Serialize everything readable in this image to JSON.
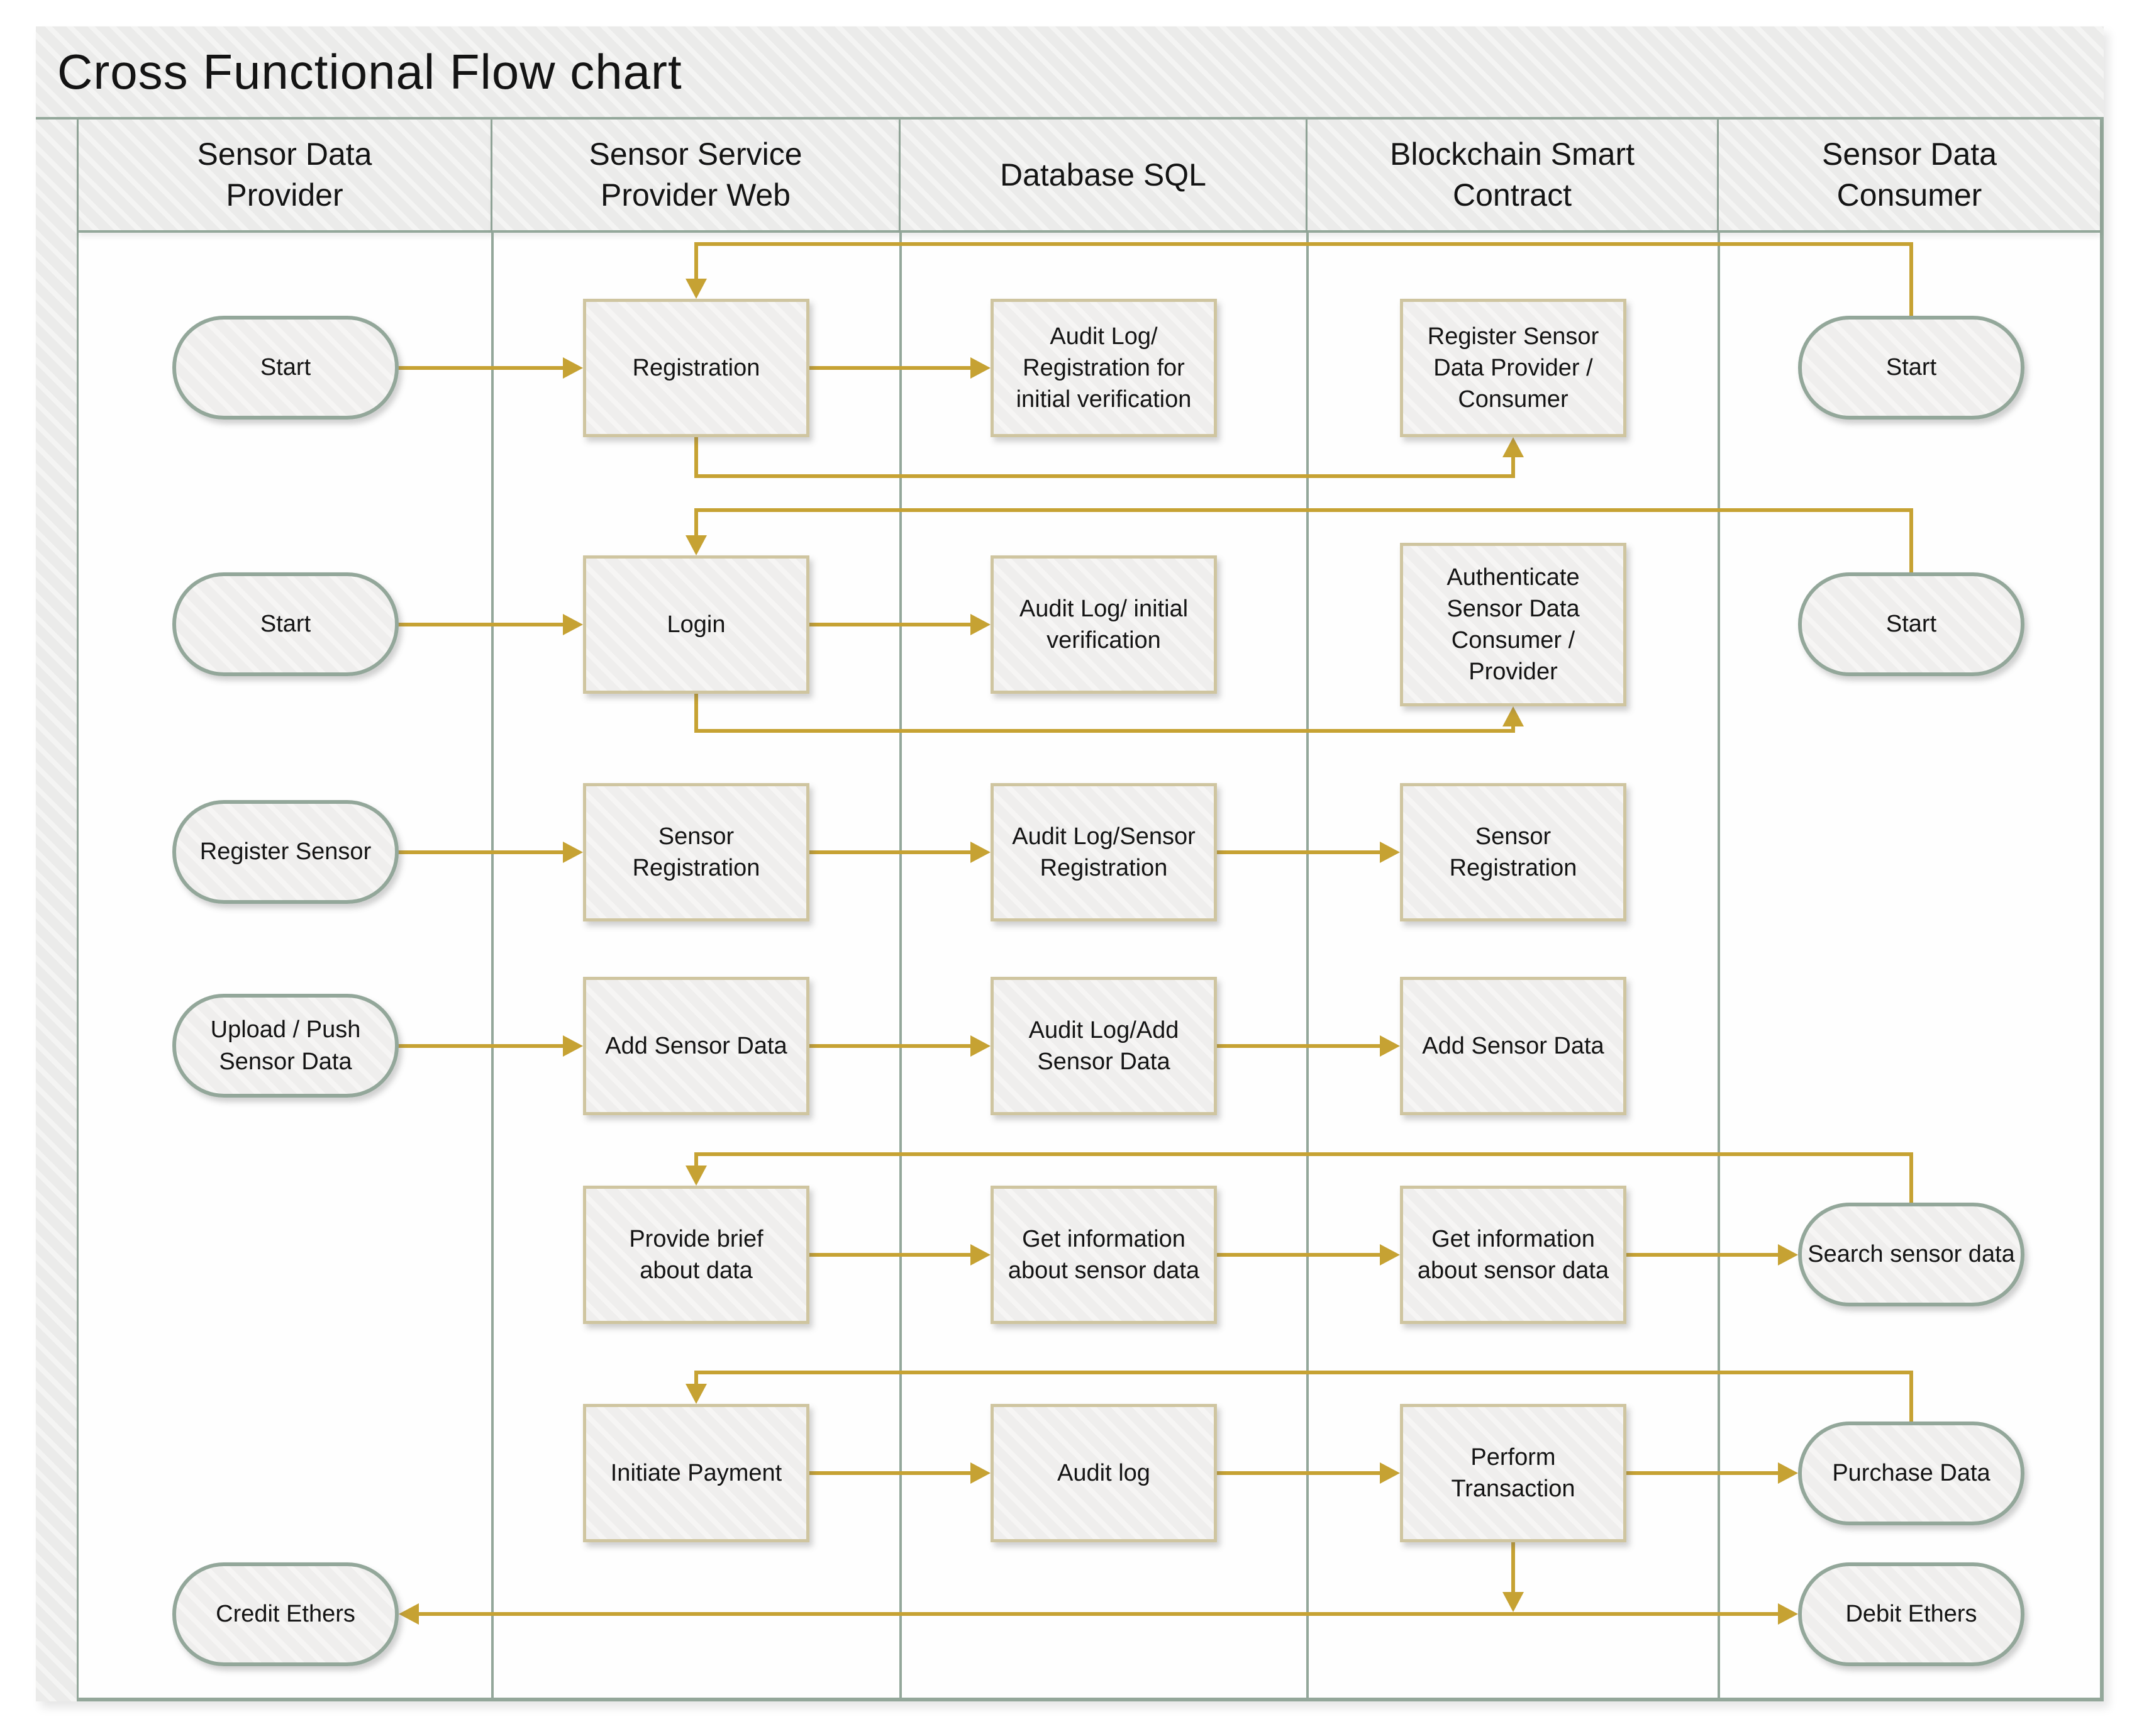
{
  "page": {
    "title": "Cross Functional Flow chart"
  },
  "lanes": [
    {
      "label": "Sensor Data\nProvider"
    },
    {
      "label": "Sensor Service\nProvider Web"
    },
    {
      "label": "Database SQL"
    },
    {
      "label": "Blockchain Smart\nContract"
    },
    {
      "label": "Sensor Data\nConsumer"
    }
  ],
  "nodes": [
    {
      "id": "start-provider-1",
      "lane": "Sensor Data Provider",
      "shape": "terminator",
      "label": "Start"
    },
    {
      "id": "registration",
      "lane": "Sensor Service Provider Web",
      "shape": "process",
      "label": "Registration"
    },
    {
      "id": "audit-log-registration",
      "lane": "Database SQL",
      "shape": "process",
      "label": "Audit Log/\nRegistration for\ninitial verification"
    },
    {
      "id": "register-sensor-data-provider-consumer",
      "lane": "Blockchain Smart Contract",
      "shape": "process",
      "label": "Register Sensor\nData Provider /\nConsumer"
    },
    {
      "id": "start-consumer-1",
      "lane": "Sensor Data Consumer",
      "shape": "terminator",
      "label": "Start"
    },
    {
      "id": "start-provider-2",
      "lane": "Sensor Data Provider",
      "shape": "terminator",
      "label": "Start"
    },
    {
      "id": "login",
      "lane": "Sensor Service Provider Web",
      "shape": "process",
      "label": "Login"
    },
    {
      "id": "audit-log-initial-verification",
      "lane": "Database SQL",
      "shape": "process",
      "label": "Audit Log/ initial\nverification"
    },
    {
      "id": "authenticate",
      "lane": "Blockchain Smart Contract",
      "shape": "process",
      "label": "Authenticate\nSensor Data\nConsumer /\nProvider"
    },
    {
      "id": "start-consumer-2",
      "lane": "Sensor Data Consumer",
      "shape": "terminator",
      "label": "Start"
    },
    {
      "id": "register-sensor",
      "lane": "Sensor Data Provider",
      "shape": "terminator",
      "label": "Register Sensor"
    },
    {
      "id": "sensor-registration-web",
      "lane": "Sensor Service Provider Web",
      "shape": "process",
      "label": "Sensor\nRegistration"
    },
    {
      "id": "audit-log-sensor-registration",
      "lane": "Database SQL",
      "shape": "process",
      "label": "Audit Log/Sensor\nRegistration"
    },
    {
      "id": "sensor-registration-blockchain",
      "lane": "Blockchain Smart Contract",
      "shape": "process",
      "label": "Sensor\nRegistration"
    },
    {
      "id": "upload-push-sensor-data",
      "lane": "Sensor Data Provider",
      "shape": "terminator",
      "label": "Upload / Push\nSensor Data"
    },
    {
      "id": "add-sensor-data-web",
      "lane": "Sensor Service Provider Web",
      "shape": "process",
      "label": "Add Sensor Data"
    },
    {
      "id": "audit-log-add-sensor-data",
      "lane": "Database SQL",
      "shape": "process",
      "label": "Audit Log/Add\nSensor Data"
    },
    {
      "id": "add-sensor-data-blockchain",
      "lane": "Blockchain Smart Contract",
      "shape": "process",
      "label": "Add Sensor Data"
    },
    {
      "id": "provide-brief-about-data",
      "lane": "Sensor Service Provider Web",
      "shape": "process",
      "label": "Provide brief\nabout data"
    },
    {
      "id": "get-information-db",
      "lane": "Database SQL",
      "shape": "process",
      "label": "Get information\nabout sensor data"
    },
    {
      "id": "get-information-blockchain",
      "lane": "Blockchain Smart Contract",
      "shape": "process",
      "label": "Get information\nabout sensor data"
    },
    {
      "id": "search-sensor-data",
      "lane": "Sensor Data Consumer",
      "shape": "terminator",
      "label": "Search sensor data"
    },
    {
      "id": "initiate-payment",
      "lane": "Sensor Service Provider Web",
      "shape": "process",
      "label": "Initiate Payment"
    },
    {
      "id": "audit-log",
      "lane": "Database SQL",
      "shape": "process",
      "label": "Audit log"
    },
    {
      "id": "perform-transaction",
      "lane": "Blockchain Smart Contract",
      "shape": "process",
      "label": "Perform\nTransaction"
    },
    {
      "id": "purchase-data",
      "lane": "Sensor Data Consumer",
      "shape": "terminator",
      "label": "Purchase Data"
    },
    {
      "id": "credit-ethers",
      "lane": "Sensor Data Provider",
      "shape": "terminator",
      "label": "Credit Ethers"
    },
    {
      "id": "debit-ethers",
      "lane": "Sensor Data Consumer",
      "shape": "terminator",
      "label": "Debit Ethers"
    }
  ],
  "edges": [
    {
      "from": "start-provider-1",
      "to": "registration"
    },
    {
      "from": "start-consumer-1",
      "to": "registration"
    },
    {
      "from": "registration",
      "to": "audit-log-registration"
    },
    {
      "from": "registration",
      "to": "register-sensor-data-provider-consumer"
    },
    {
      "from": "start-provider-2",
      "to": "login"
    },
    {
      "from": "start-consumer-2",
      "to": "login"
    },
    {
      "from": "login",
      "to": "audit-log-initial-verification"
    },
    {
      "from": "login",
      "to": "authenticate"
    },
    {
      "from": "register-sensor",
      "to": "sensor-registration-web"
    },
    {
      "from": "sensor-registration-web",
      "to": "audit-log-sensor-registration"
    },
    {
      "from": "audit-log-sensor-registration",
      "to": "sensor-registration-blockchain"
    },
    {
      "from": "upload-push-sensor-data",
      "to": "add-sensor-data-web"
    },
    {
      "from": "add-sensor-data-web",
      "to": "audit-log-add-sensor-data"
    },
    {
      "from": "audit-log-add-sensor-data",
      "to": "add-sensor-data-blockchain"
    },
    {
      "from": "search-sensor-data",
      "to": "provide-brief-about-data"
    },
    {
      "from": "provide-brief-about-data",
      "to": "get-information-db"
    },
    {
      "from": "get-information-db",
      "to": "get-information-blockchain"
    },
    {
      "from": "get-information-blockchain",
      "to": "search-sensor-data"
    },
    {
      "from": "purchase-data",
      "to": "initiate-payment"
    },
    {
      "from": "initiate-payment",
      "to": "audit-log"
    },
    {
      "from": "audit-log",
      "to": "perform-transaction"
    },
    {
      "from": "perform-transaction",
      "to": "purchase-data"
    },
    {
      "from": "perform-transaction",
      "to": "credit-ethers"
    },
    {
      "from": "perform-transaction",
      "to": "debit-ethers"
    }
  ],
  "colors": {
    "connector_gold": "#c6a233",
    "lane_border_green": "#93a79a",
    "process_border_tan": "#cfc5a0",
    "shape_fill_gray": "#efeeed",
    "text": "#141414"
  }
}
